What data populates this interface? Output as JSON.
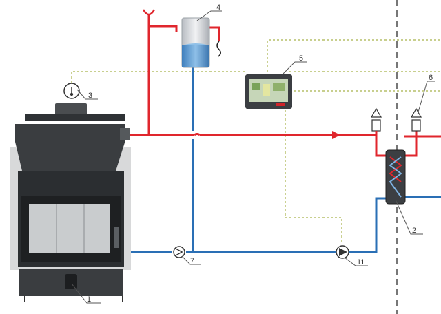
{
  "colors": {
    "hot_line": "#e0262d",
    "cold_line": "#2a6fb5",
    "signal_line": "#a8b24a",
    "boundary": "#777777",
    "leader": "#555555",
    "stove_dark": "#3a3d40",
    "stove_mid": "#55595c",
    "stove_side": "#d8d9da",
    "glass": "#c9ccce",
    "tank_water": "#4b8ec9",
    "tank_shell": "#c8cbd0"
  },
  "callouts": [
    {
      "id": "stove",
      "label": "1"
    },
    {
      "id": "heat-exchanger",
      "label": "2"
    },
    {
      "id": "thermometer",
      "label": "3"
    },
    {
      "id": "expansion-tank",
      "label": "4"
    },
    {
      "id": "controller",
      "label": "5"
    },
    {
      "id": "air-vent",
      "label": "6"
    },
    {
      "id": "check-valve",
      "label": "7"
    },
    {
      "id": "circulation-pump",
      "label": "11"
    }
  ],
  "icons": {
    "thermometer": "thermometer-icon",
    "pump": "pump-icon",
    "valve": "check-valve-icon",
    "air_vent": "air-vent-icon",
    "flow_arrow": "flow-arrow-icon",
    "funnel": "funnel-icon",
    "overflow": "overflow-outlet-icon"
  }
}
